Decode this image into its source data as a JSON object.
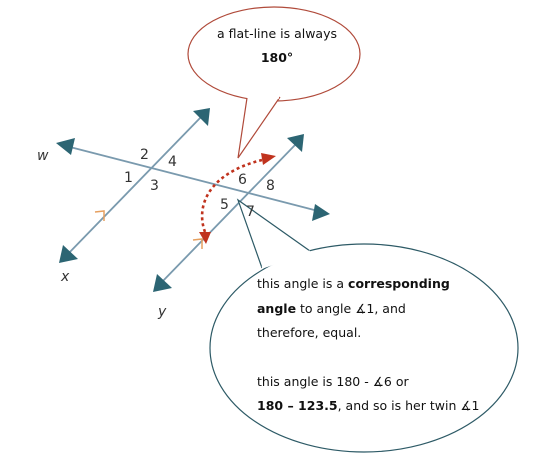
{
  "labels": {
    "line_w": "w",
    "line_x": "x",
    "line_y": "y",
    "a1": "1",
    "a2": "2",
    "a3": "3",
    "a4": "4",
    "a5": "5",
    "a6": "6",
    "a7": "7",
    "a8": "8"
  },
  "callout_top": {
    "line1": "a flat-line is always",
    "line2": "180°"
  },
  "callout_bottom": {
    "p1_pre": "this angle is a ",
    "p1_bold1": "corresponding",
    "p1_bold2": "angle",
    "p1_post": " to angle ∡1, and",
    "p1_line3": "therefore, equal.",
    "p2_line1": "this angle is 180 - ∡6 or",
    "p2_bold": "180 – 123.5",
    "p2_post": ", and so is her twin ∡1"
  },
  "colors": {
    "line": "#7a9aae",
    "arrowhead": "#2c6573",
    "bubble_top_border": "#b04a3a",
    "bubble_bottom_border": "#2d5a66",
    "arc": "#c0331e",
    "tick": "#e6a060"
  }
}
